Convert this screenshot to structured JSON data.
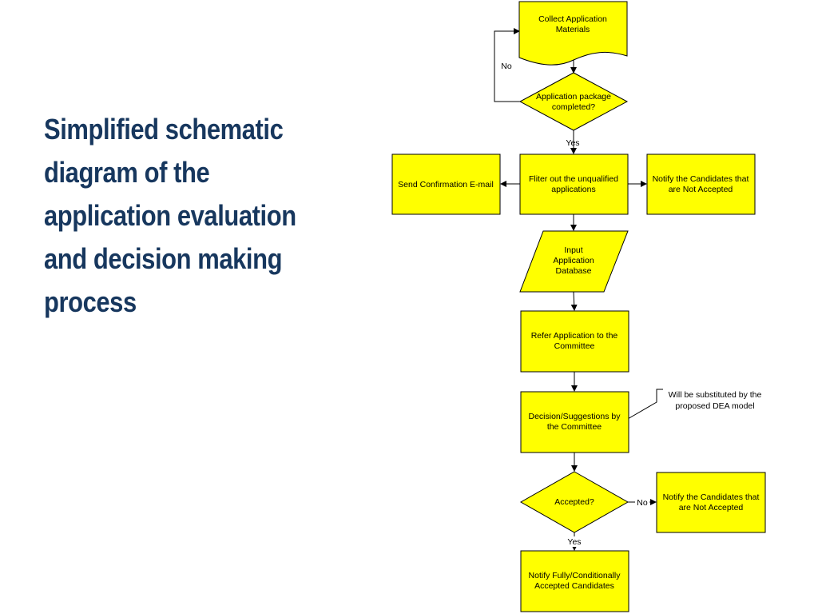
{
  "title": "Simplified schematic diagram of the application evaluation and decision making process",
  "nodes": {
    "collect": "Collect Application Materials",
    "package_check": "Application package completed?",
    "filter": "Fliter out the unqualified applications",
    "send_email": "Send Confirmation E-mail",
    "notify_not_accepted_1": "Notify the Candidates that are Not Accepted",
    "input_db": "Input Application Database",
    "refer": "Refer Application to the Committee",
    "decision": "Decision/Suggestions by the Committee",
    "note": "Will be substituted by the proposed DEA model",
    "accepted_check": "Accepted?",
    "notify_not_accepted_2": "Notify the Candidates that are Not Accepted",
    "notify_accepted": "Notify Fully/Conditionally Accepted Candidates"
  },
  "edge_labels": {
    "no_1": "No",
    "yes_1": "Yes",
    "no_2": "No",
    "yes_2": "Yes"
  }
}
